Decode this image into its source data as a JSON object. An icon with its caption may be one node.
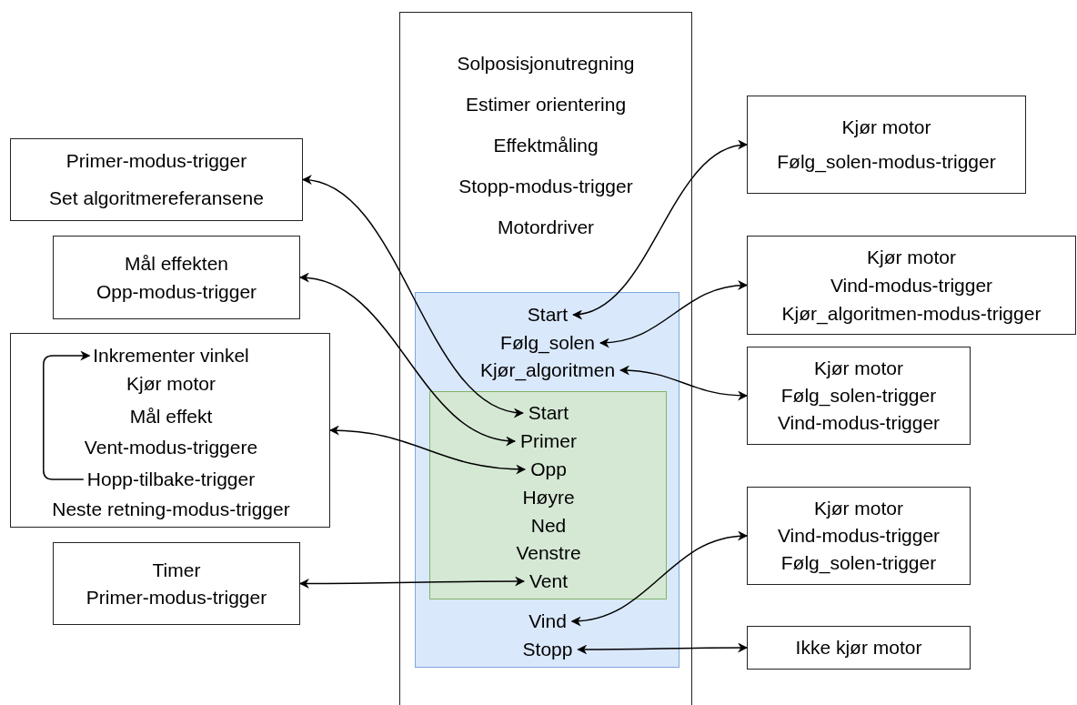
{
  "diagram": {
    "nodes": [
      {
        "text": [
          "Solposisjonutregning",
          "Estimer orientering",
          "Effektmåling",
          "Stopp-modus-trigger",
          "Motordriver"
        ]
      },
      {
        "text": [],
        "shape": "box",
        "in": 0
      },
      {
        "text": [
          "Start"
        ],
        "in": 1
      },
      {
        "text": [
          "Følg_solen"
        ],
        "in": 1
      },
      {
        "text": [
          "Kjør_algoritmen"
        ],
        "in": 1
      },
      {
        "text": [],
        "shape": "box",
        "in": 1
      },
      {
        "text": [
          "Start"
        ],
        "in": 5
      },
      {
        "text": [
          "Primer"
        ],
        "in": 5
      },
      {
        "text": [
          "Opp"
        ],
        "in": 5
      },
      {
        "text": [
          "Høyre"
        ],
        "in": 5
      },
      {
        "text": [
          "Ned"
        ],
        "in": 5
      },
      {
        "text": [
          "Venstre"
        ],
        "in": 5
      },
      {
        "text": [
          "Vent"
        ],
        "in": 5
      },
      {
        "text": [
          "Vind"
        ],
        "in": 1
      },
      {
        "text": [
          "Stopp"
        ],
        "in": 1
      },
      {
        "text": [
          "Primer-modus-trigger",
          "Set algoritmereferansene"
        ]
      },
      {
        "text": [
          "Mål effekten",
          "Opp-modus-trigger"
        ]
      },
      {
        "text": [],
        "shape": "box"
      },
      {
        "text": [
          "Inkrementer vinkel"
        ],
        "in": 17
      },
      {
        "text": [
          "Kjør motor"
        ],
        "in": 17
      },
      {
        "text": [
          "Mål effekt"
        ],
        "in": 17
      },
      {
        "text": [
          "Vent-modus-triggere"
        ],
        "in": 17
      },
      {
        "text": [
          "Hopp-tilbake-trigger"
        ],
        "in": 17
      },
      {
        "text": [
          "Neste retning-modus-trigger"
        ],
        "in": 17
      },
      {
        "text": [
          "Timer",
          "Primer-modus-trigger"
        ]
      },
      {
        "text": [
          "Kjør motor",
          "Følg_solen-modus-trigger"
        ]
      },
      {
        "text": [
          "Kjør motor",
          "Vind-modus-trigger",
          "Kjør_algoritmen-modus-trigger"
        ]
      },
      {
        "text": [
          "Kjør motor",
          "Følg_solen-trigger",
          "Vind-modus-trigger"
        ]
      },
      {
        "text": [
          "Kjør motor",
          "Vind-modus-trigger",
          "Følg_solen-trigger"
        ]
      },
      {
        "text": [
          "Ikke kjør motor"
        ]
      }
    ],
    "edges": [
      {
        "from": 6,
        "to": 15,
        "arrow": "both"
      },
      {
        "from": 7,
        "to": 16,
        "arrow": "both"
      },
      {
        "from": 8,
        "to": 17,
        "arrow": "both"
      },
      {
        "from": 12,
        "to": 24,
        "arrow": "both"
      },
      {
        "from": 2,
        "to": 25,
        "arrow": "both"
      },
      {
        "from": 3,
        "to": 26,
        "arrow": "both"
      },
      {
        "from": 4,
        "to": 27,
        "arrow": "both"
      },
      {
        "from": 13,
        "to": 28,
        "arrow": "both"
      },
      {
        "from": 14,
        "to": 29,
        "arrow": "both"
      },
      {
        "from": 22,
        "to": 18,
        "arrow": "to"
      }
    ]
  }
}
